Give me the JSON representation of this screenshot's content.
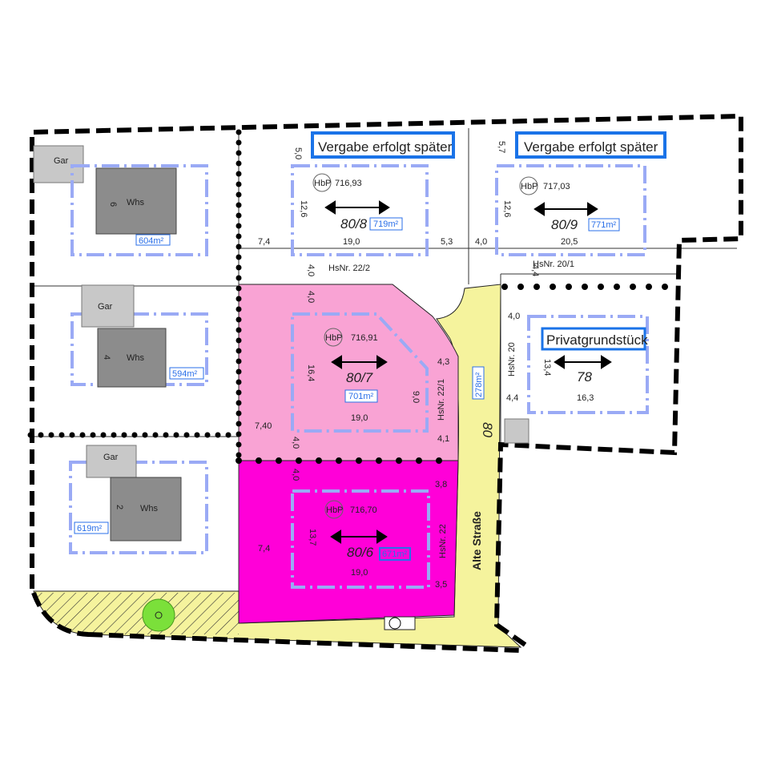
{
  "colors": {
    "lot_80_7": "#f9a3d4",
    "lot_80_6": "#ff00d8",
    "road": "#f5f39d",
    "building_line": "#9aaaf5",
    "area_label": "#2a6fe8",
    "note_border": "#1a73e8",
    "tree": "#7be03a"
  },
  "notes": {
    "note_1": "Vergabe erfolgt später",
    "note_2": "Vergabe erfolgt später",
    "private": "Privatgrundstück"
  },
  "street": {
    "name": "Alte Straße",
    "number": "80",
    "area": "278m²"
  },
  "existing_lots": [
    {
      "number": "6",
      "building": "Whs",
      "garage": "Gar",
      "area": "604m²"
    },
    {
      "number": "4",
      "building": "Whs",
      "garage": "Gar",
      "area": "594m²"
    },
    {
      "number": "2",
      "building": "Whs",
      "garage": "Gar",
      "area": "619m²"
    }
  ],
  "lots": {
    "l808": {
      "id": "80/8",
      "hbp": "HbP",
      "height": "716,93",
      "area": "719m²",
      "house_no": "HsNr. 22/2",
      "dims": {
        "front": "5,0",
        "depth": "12,6",
        "left": "7,4",
        "width": "19,0",
        "right": "5,3",
        "back": "4,0"
      }
    },
    "l809": {
      "id": "80/9",
      "hbp": "HbP",
      "height": "717,03",
      "area": "771m²",
      "house_no": "HsNr. 20/1",
      "dims": {
        "front": "5,7",
        "depth": "12,6",
        "left": "4,0",
        "width": "20,5",
        "back": "4,4"
      }
    },
    "l807": {
      "id": "80/7",
      "hbp": "HbP",
      "height": "716,91",
      "area": "701m²",
      "house_no": "HsNr. 22/1",
      "dims": {
        "front": "4,0",
        "depth": "16,4",
        "left": "7,40",
        "width": "19,0",
        "side": "9,0",
        "right_top": "4,3",
        "right_bottom": "4,1",
        "back": "4,0"
      }
    },
    "l806": {
      "id": "80/6",
      "hbp": "HbP",
      "height": "716,70",
      "area": "671m²",
      "house_no": "HsNr. 22",
      "dims": {
        "front": "4,0",
        "depth": "13,7",
        "left": "7,4",
        "width": "19,0",
        "right_top": "3,8",
        "right_bottom": "3,5"
      }
    },
    "l78": {
      "id": "78",
      "house_no": "HsNr. 20",
      "dims": {
        "front": "4,0",
        "depth": "13,4",
        "left": "4,4",
        "width": "16,3"
      }
    }
  }
}
